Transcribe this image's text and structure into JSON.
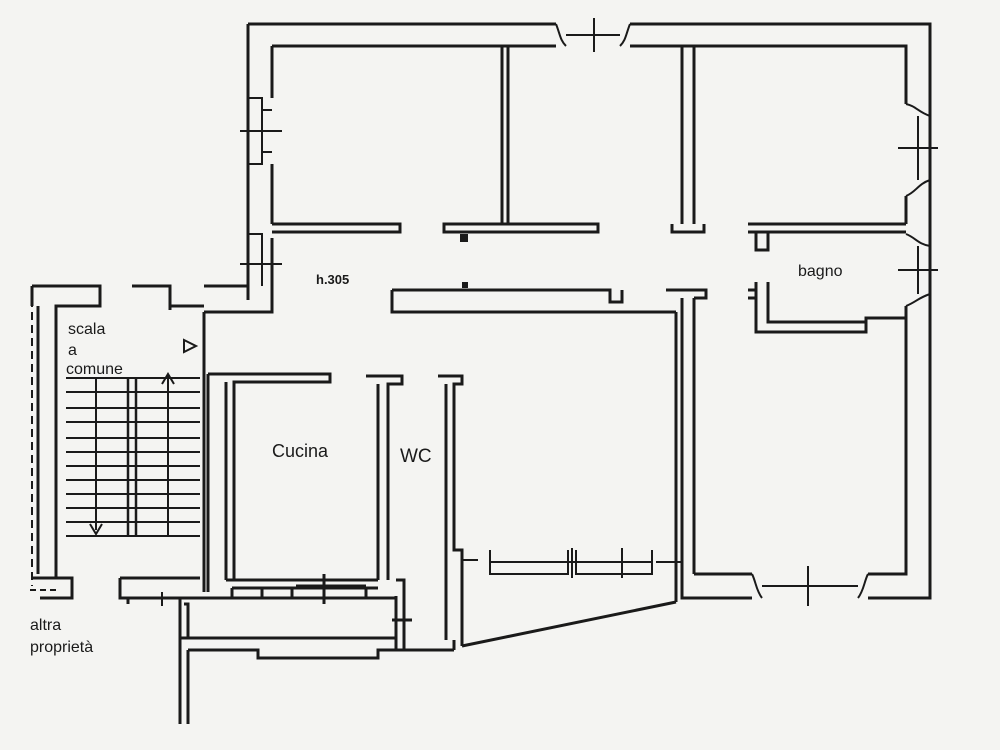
{
  "labels": {
    "height": "h.305",
    "bagno": "bagno",
    "scala_line1": "scala",
    "scala_line2": "a",
    "scala_line3": "comune",
    "cucina": "Cucina",
    "wc": "WC",
    "altra_line1": "altra",
    "altra_line2": "proprietà"
  },
  "colors": {
    "background": "#f4f4f2",
    "ink": "#1a1a1a"
  }
}
